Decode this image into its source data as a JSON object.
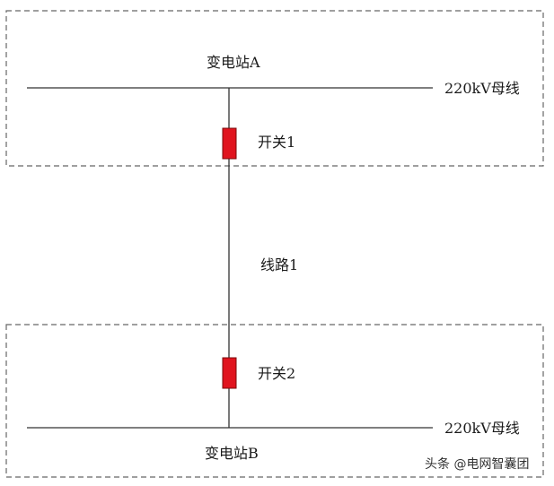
{
  "substation_a": {
    "label": "变电站A",
    "bus_label": "220kV母线"
  },
  "switch_1": {
    "label": "开关1"
  },
  "line_1": {
    "label": "线路1"
  },
  "switch_2": {
    "label": "开关2"
  },
  "substation_b": {
    "label": "变电站B",
    "bus_label": "220kV母线"
  },
  "watermark": {
    "text": "头条 @电网智囊团"
  },
  "colors": {
    "switch_fill": "#e0141e",
    "switch_stroke": "#7a0a0a",
    "line": "#333333",
    "box_border": "#666666"
  }
}
